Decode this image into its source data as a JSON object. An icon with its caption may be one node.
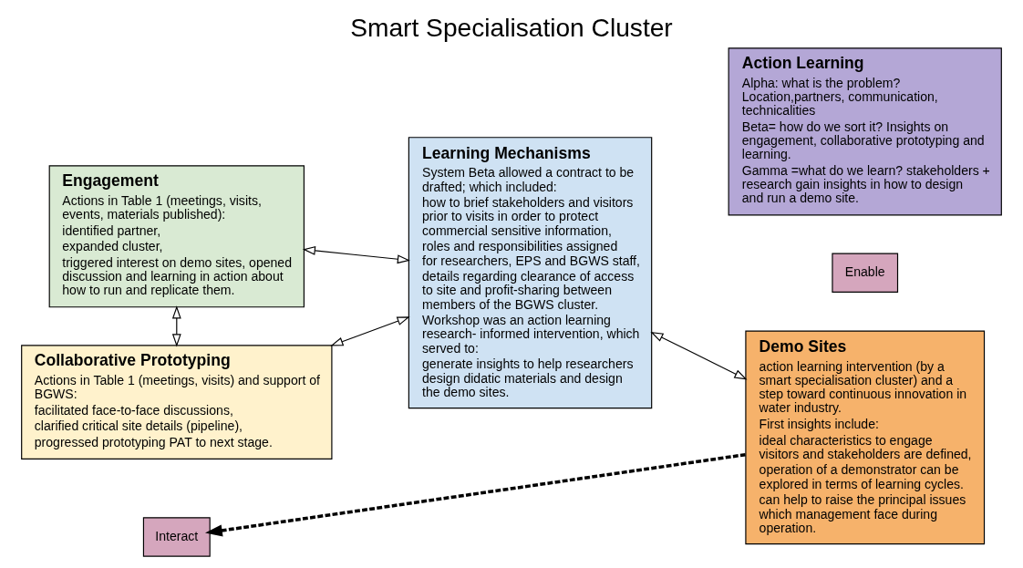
{
  "diagram": {
    "title": "Smart Specialisation Cluster",
    "nodes": [
      {
        "text": [
          "Engagement",
          "Actions in Table 1 (meetings, visits, events, materials published):",
          "identified partner,",
          "expanded cluster,",
          "triggered interest on demo sites, opened discussion and learning in action about how to run and replicate them."
        ]
      },
      {
        "text": [
          "Interact"
        ]
      },
      {
        "text": [
          "Learning Mechanisms",
          "System Beta allowed a contract to be drafted; which included:",
          "how to brief stakeholders and visitors prior to visits in order to protect commercial sensitive information,",
          "roles and responsibilities assigned for researchers, EPS and BGWS staff,",
          "details regarding clearance of access to site and profit-sharing between members of the BGWS cluster.",
          "Workshop was an action learning research- informed intervention, which served to:",
          "generate insights to help researchers design didatic materials and design the demo sites."
        ]
      },
      {
        "text": [
          "Action Learning",
          "Alpha: what is the problem? Location,partners, communication, technicalities",
          "Beta= how do we sort it? Insights on engagement, collaborative prototyping and learning.",
          "Gamma =what do we learn? stakeholders + research gain insights in how to design and run a demo site."
        ]
      },
      {
        "text": [
          "Enable"
        ]
      },
      {
        "text": [
          "Demo Sites",
          "action learning intervention (by a smart specialisation cluster) and a step toward continuous innovation in water industry.",
          "First insights include:",
          "ideal characteristics to engage visitors and stakeholders are defined,",
          "operation of a demonstrator can be explored in terms of learning cycles.",
          "can help to raise the principal issues which management face during operation."
        ]
      },
      {
        "text": [
          "Collaborative Prototyping",
          "Actions in Table 1 (meetings, visits) and support of BGWS:",
          "facilitated face-to-face discussions,",
          "clarified critical site details (pipeline),",
          "progressed prototyping PAT to next stage."
        ]
      }
    ],
    "edges": [
      {
        "from": 0,
        "to": 6,
        "arrow": "both"
      },
      {
        "from": 0,
        "to": 2,
        "arrow": "both"
      },
      {
        "from": 6,
        "to": 2,
        "arrow": "both"
      },
      {
        "from": 2,
        "to": 5,
        "arrow": "both"
      },
      {
        "from": 5,
        "to": 1,
        "arrow": "to",
        "style": "dashed"
      }
    ]
  }
}
